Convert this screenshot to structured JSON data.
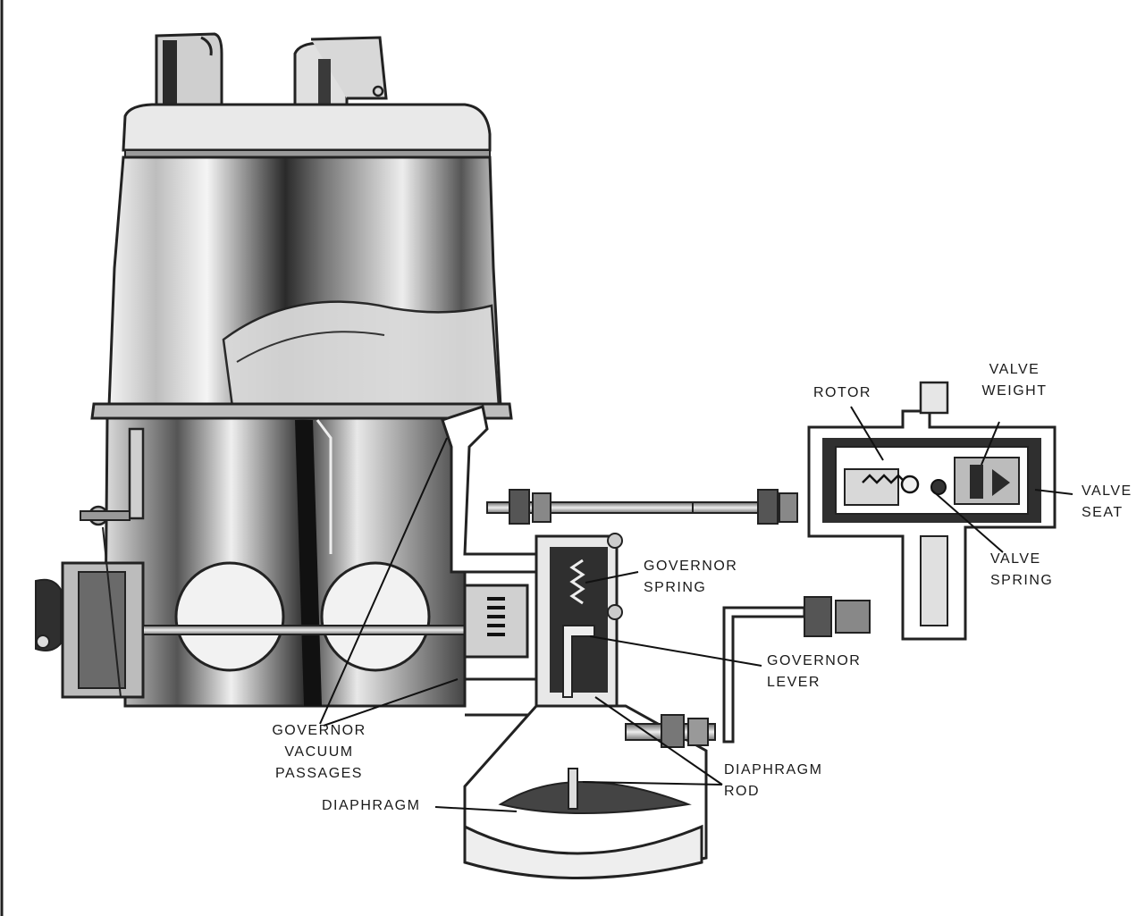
{
  "labels": {
    "rotor": "ROTOR",
    "valve_weight": [
      "VALVE",
      "WEIGHT"
    ],
    "valve_seat": [
      "VALVE",
      "SEAT"
    ],
    "valve_spring": [
      "VALVE",
      "SPRING"
    ],
    "governor_spring": [
      "GOVERNOR",
      "SPRING"
    ],
    "governor_lever": [
      "GOVERNOR",
      "LEVER"
    ],
    "governor_vacuum_passages": [
      "GOVERNOR",
      "VACUUM",
      "PASSAGES"
    ],
    "diaphragm_rod": [
      "DIAPHRAGM",
      "ROD"
    ],
    "diaphragm": "DIAPHRAGM"
  },
  "colors": {
    "ink": "#1a1a1a",
    "metal_dark": "#2b2b2b",
    "metal_mid": "#8a8a8a",
    "metal_light": "#e6e6e6",
    "paper": "#ffffff"
  }
}
